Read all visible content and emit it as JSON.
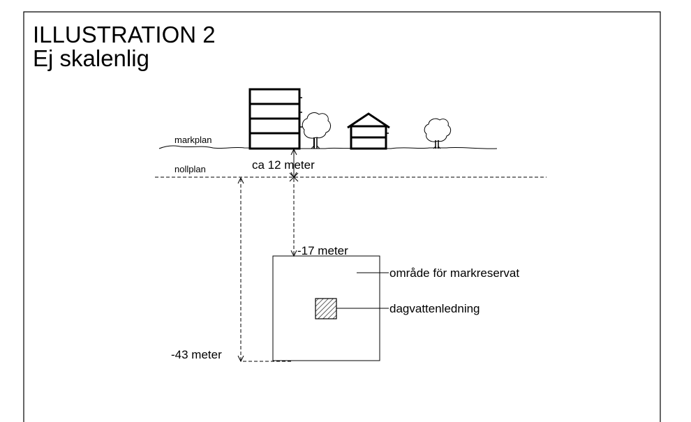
{
  "title": {
    "line1": "ILLUSTRATION 2",
    "line2": "Ej skalenlig"
  },
  "labels": {
    "markplan": "markplan",
    "nollplan": "nollplan",
    "ca_12": "ca 12 meter",
    "minus_17": "-17 meter",
    "minus_43": "-43 meter",
    "reserve_area": "område för markreservat",
    "stormwater_pipe": "dagvattenledning"
  },
  "colors": {
    "line": "#000000",
    "background": "#ffffff"
  }
}
